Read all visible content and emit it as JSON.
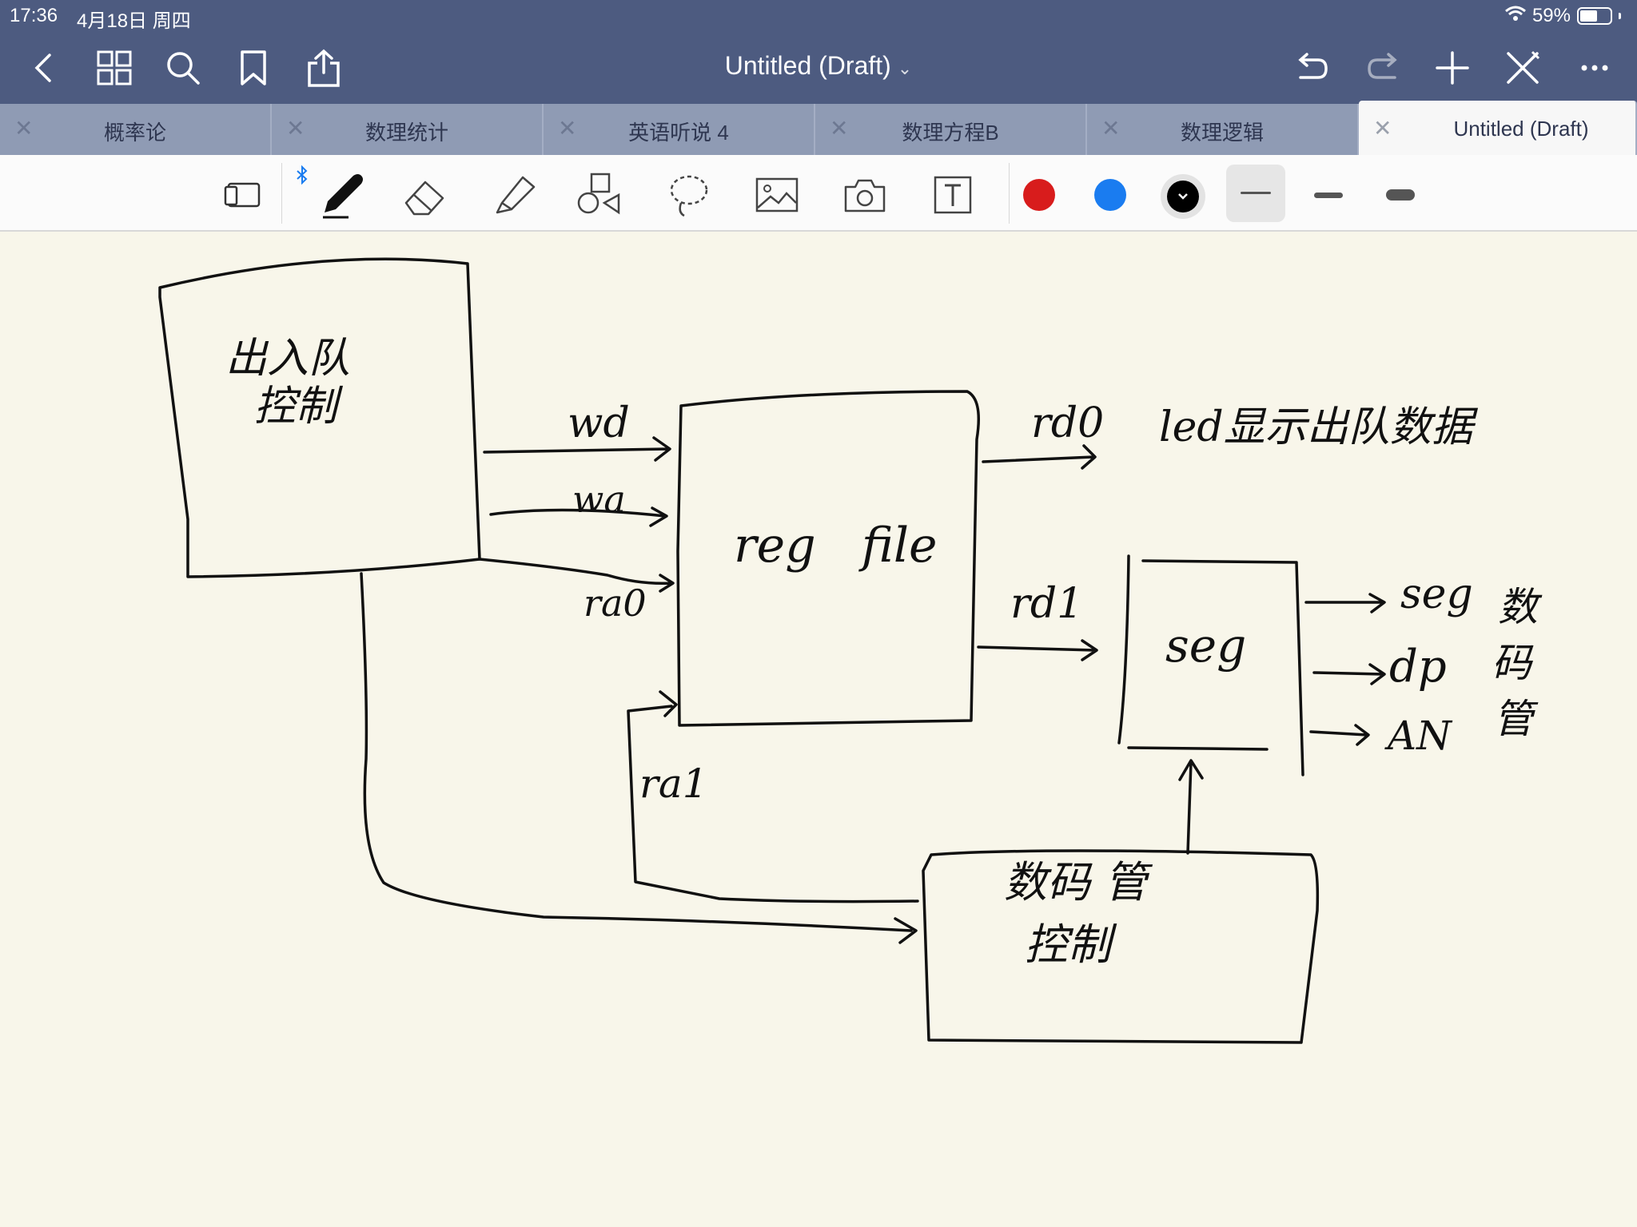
{
  "status": {
    "time": "17:36",
    "date": "4月18日 周四",
    "battery": "59%",
    "battery_level": 0.59
  },
  "titlebar": {
    "title": "Untitled (Draft)",
    "icons": [
      "back-icon",
      "grid-icon",
      "search-icon",
      "bookmark-icon",
      "share-icon",
      "undo-icon",
      "redo-icon",
      "add-icon",
      "pen-close-icon",
      "more-icon"
    ]
  },
  "tabs": [
    {
      "label": "概率论"
    },
    {
      "label": "数理统计"
    },
    {
      "label": "英语听说 4"
    },
    {
      "label": "数理方程B"
    },
    {
      "label": "数理逻辑"
    },
    {
      "label": "Untitled (Draft)",
      "active": true
    }
  ],
  "toolbar": {
    "tools": [
      "tablet-icon",
      "pen-icon",
      "eraser-icon",
      "highlighter-icon",
      "shapes-icon",
      "lasso-icon",
      "image-icon",
      "camera-icon",
      "text-icon"
    ],
    "colors": [
      "#d81c1c",
      "#1a7cf0",
      "#000000"
    ],
    "selected_color": "#000000",
    "bluetooth_icon": "bluetooth-icon"
  },
  "note": {
    "box1": "出入队\n控制",
    "box1_line1": "出入队",
    "box1_line2": "控制",
    "regfile": "reg   file",
    "seg": "seg",
    "box4_line1": "数码 管",
    "box4_line2": "控制",
    "wd": "wd",
    "wa": "wa",
    "ra0": "ra0",
    "ra1": "ra1",
    "rd0": "rd0",
    "rd1": "rd1",
    "led": "led显示出队数据",
    "out_seg": "seg",
    "out_dp": "dp",
    "out_an": "AN",
    "side_label_1": "数",
    "side_label_2": "码",
    "side_label_3": "管"
  }
}
